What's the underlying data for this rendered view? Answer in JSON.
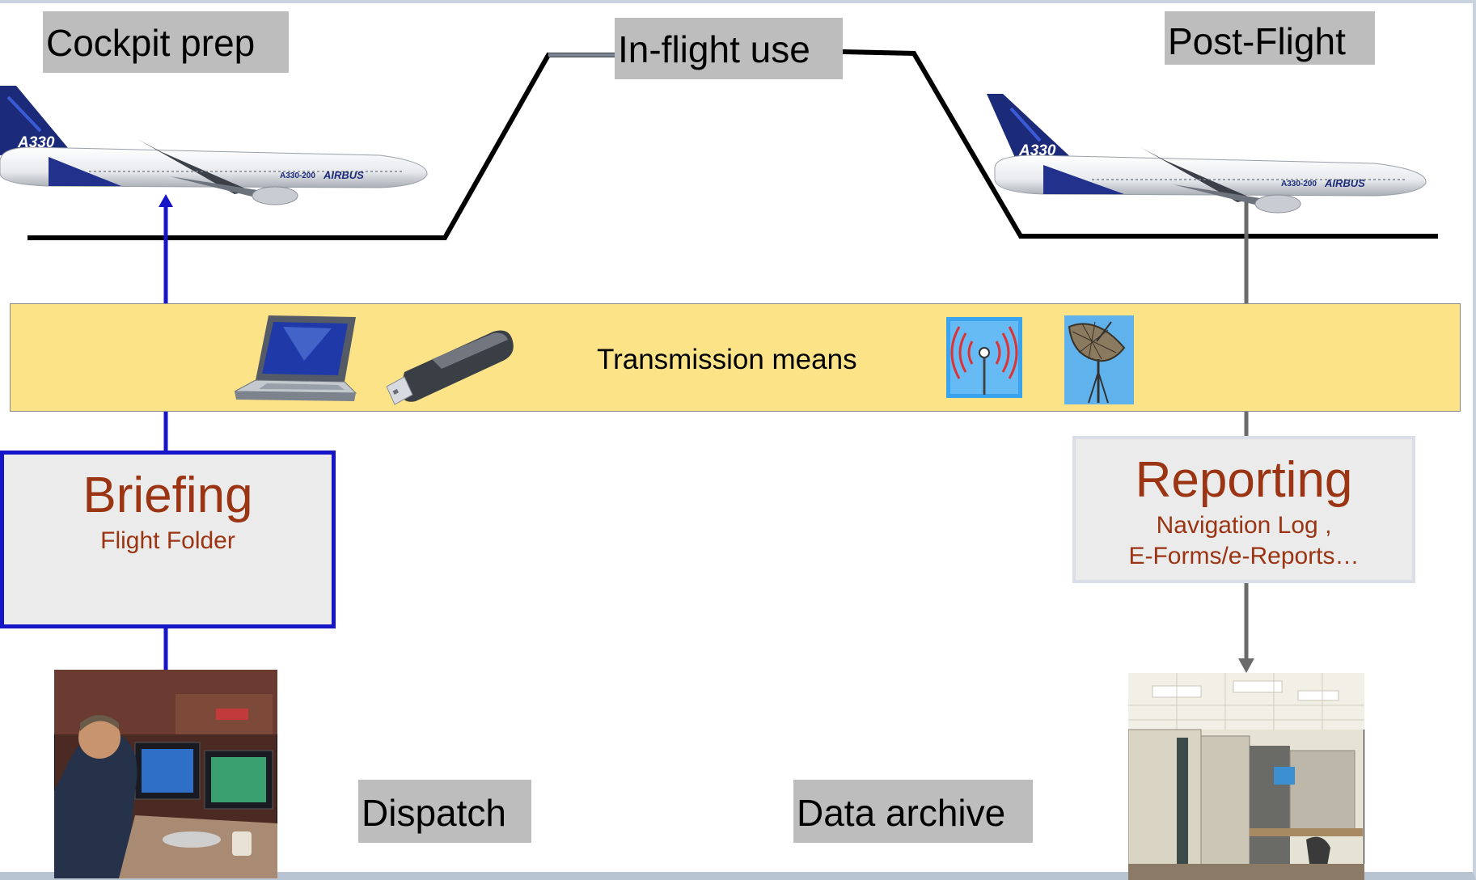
{
  "phases": {
    "cockpit_prep": "Cockpit prep",
    "in_flight_use": "In-flight use",
    "post_flight": "Post-Flight"
  },
  "transmission": {
    "label": "Transmission means"
  },
  "briefing": {
    "title": "Briefing",
    "subtitle": "Flight Folder"
  },
  "reporting": {
    "title": "Reporting",
    "line1": "Navigation Log ,",
    "line2": "E-Forms/e-Reports…"
  },
  "locations": {
    "dispatch": "Dispatch",
    "data_archive": "Data archive"
  },
  "aircraft": {
    "tail_text": "A330",
    "model_text": "A330-200",
    "brand_text": "AIRBUS"
  },
  "icons": [
    "laptop-icon",
    "usb-stick-icon",
    "radio-antenna-icon",
    "satellite-dish-icon",
    "airplane-icon",
    "dispatch-operator-photo",
    "server-room-photo"
  ],
  "colors": {
    "band": "#fce388",
    "briefing_border": "#1616c8",
    "label_text": "#9a3412",
    "phase_box": "#bdbdbd"
  }
}
